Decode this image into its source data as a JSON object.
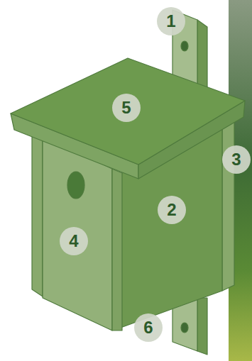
{
  "diagram": {
    "nodes": [
      {
        "text": [
          "1"
        ]
      },
      {
        "text": [
          "5"
        ]
      },
      {
        "text": [
          "3"
        ]
      },
      {
        "text": [
          "2"
        ]
      },
      {
        "text": [
          "4"
        ]
      },
      {
        "text": [
          "6"
        ]
      }
    ]
  }
}
